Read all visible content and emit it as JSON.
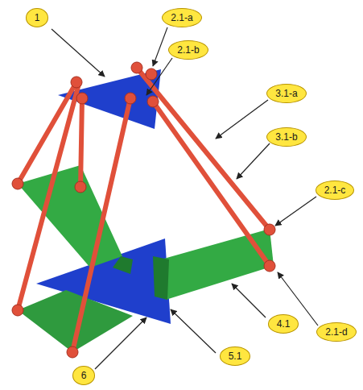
{
  "diagram": {
    "labels": [
      "1",
      "2.1-a",
      "2.1-b",
      "3.1-a",
      "3.1-b",
      "2.1-c",
      "2.1-d",
      "4.1",
      "5.1",
      "6"
    ]
  }
}
